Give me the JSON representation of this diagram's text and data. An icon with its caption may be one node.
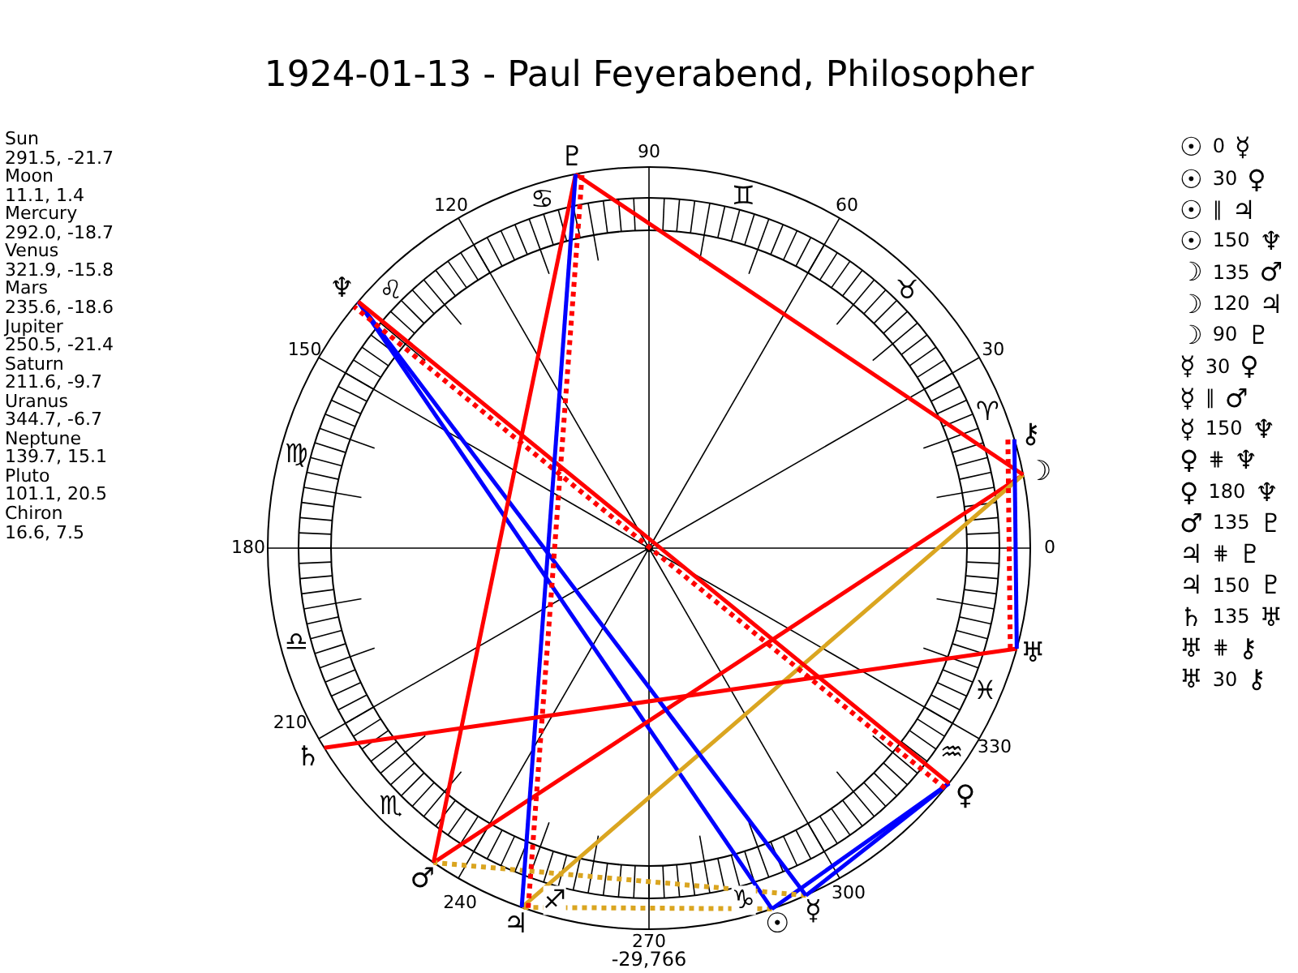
{
  "diagram": {
    "title": "1924-01-13 - Paul Feyerabend, Philosopher",
    "nodes": [
      {
        "text": [
          "☉"
        ]
      },
      {
        "text": [
          "☽"
        ]
      },
      {
        "text": [
          "☿"
        ]
      },
      {
        "text": [
          "♀"
        ]
      },
      {
        "text": [
          "♂"
        ]
      },
      {
        "text": [
          "♃"
        ]
      },
      {
        "text": [
          "♄"
        ]
      },
      {
        "text": [
          "♅"
        ]
      },
      {
        "text": [
          "♆"
        ]
      },
      {
        "text": [
          "♇"
        ]
      },
      {
        "text": [
          "⚷"
        ]
      }
    ],
    "edges": [
      {
        "from": 0,
        "to": 3,
        "arrow": "none",
        "color": "#0000ff"
      },
      {
        "from": 0,
        "to": 5,
        "arrow": "none",
        "style": "dashed",
        "color": "#daa520"
      },
      {
        "from": 0,
        "to": 8,
        "arrow": "none",
        "color": "#0000ff"
      },
      {
        "from": 1,
        "to": 4,
        "arrow": "none"
      },
      {
        "from": 1,
        "to": 5,
        "arrow": "none",
        "color": "#daa520"
      },
      {
        "from": 1,
        "to": 9,
        "arrow": "none"
      },
      {
        "from": 2,
        "to": 3,
        "arrow": "none",
        "color": "#0000ff"
      },
      {
        "from": 2,
        "to": 4,
        "arrow": "none",
        "style": "dashed",
        "color": "#daa520"
      },
      {
        "from": 2,
        "to": 8,
        "arrow": "none",
        "color": "#0000ff"
      },
      {
        "from": 3,
        "to": 8,
        "arrow": "none",
        "style": "dashed"
      },
      {
        "from": 3,
        "to": 8,
        "arrow": "none"
      },
      {
        "from": 4,
        "to": 9,
        "arrow": "none"
      },
      {
        "from": 5,
        "to": 9,
        "arrow": "none",
        "style": "dashed"
      },
      {
        "from": 5,
        "to": 9,
        "arrow": "none",
        "color": "#0000ff"
      },
      {
        "from": 6,
        "to": 7,
        "arrow": "none"
      },
      {
        "from": 7,
        "to": 10,
        "arrow": "none",
        "style": "dashed"
      },
      {
        "from": 7,
        "to": 10,
        "arrow": "none",
        "color": "#0000ff"
      }
    ],
    "labels": [
      "Sun",
      "291.5, -21.7",
      "Moon",
      "11.1, 1.4",
      "Mercury",
      "292.0, -18.7",
      "Venus",
      "321.9, -15.8",
      "Mars",
      "235.6, -18.6",
      "Jupiter",
      "250.5, -21.4",
      "Saturn",
      "211.6, -9.7",
      "Uranus",
      "344.7, -6.7",
      "Neptune",
      "139.7, 15.1",
      "Pluto",
      "101.1, 20.5",
      "Chiron",
      "16.6, 7.5",
      "90",
      "120",
      "60",
      "150",
      "30",
      "180",
      "0",
      "210",
      "330",
      "240",
      "300",
      "270",
      "♋",
      "♊",
      "♌",
      "♉",
      "♈",
      "♍",
      "♎",
      "♓",
      "♒",
      "♏",
      "♐",
      "♑",
      "-29,766",
      "☉",
      "0",
      "☿",
      "☉",
      "30",
      "♀",
      "☉",
      "∥",
      "♃",
      "☉",
      "150",
      "♆",
      "☽",
      "135",
      "♂",
      "☽",
      "120",
      "♃",
      "☽",
      "90",
      "♇",
      "☿",
      "30",
      "♀",
      "☿",
      "∥",
      "♂",
      "☿",
      "150",
      "♆",
      "♀",
      "⋕",
      "♆",
      "♀",
      "180",
      "♆",
      "♂",
      "135",
      "♇",
      "♃",
      "⋕",
      "♇",
      "♃",
      "150",
      "♇",
      "♄",
      "135",
      "♅",
      "♅",
      "⋕",
      "⚷",
      "♅",
      "30",
      "⚷"
    ]
  }
}
